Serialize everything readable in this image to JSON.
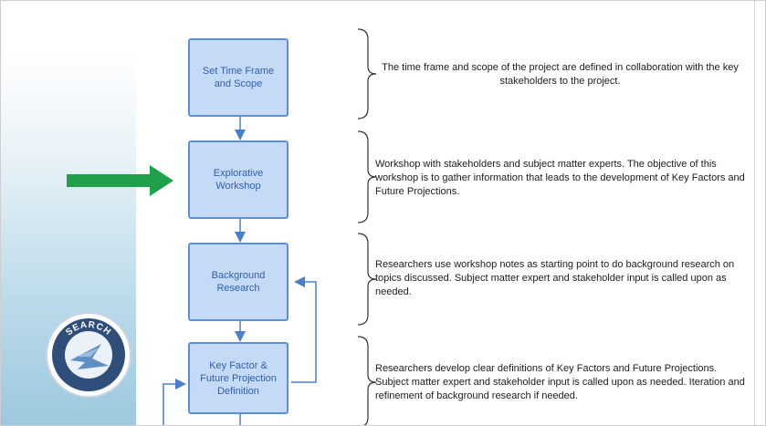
{
  "steps": [
    {
      "label": "Set Time Frame and Scope",
      "description": "The time frame and scope of the project are defined in collaboration with the key stakeholders to the project."
    },
    {
      "label": "Explorative Workshop",
      "description": "Workshop with stakeholders and subject matter experts. The objective of this workshop is to gather information that leads to the development of Key Factors and Future Projections."
    },
    {
      "label": "Background Research",
      "description": "Researchers use workshop notes as starting point to do background research on topics discussed. Subject matter expert and stakeholder input is called upon as needed."
    },
    {
      "label": "Key Factor & Future Projection Definition",
      "description": "Researchers develop clear definitions of Key Factors and Future Projections. Subject matter expert and stakeholder input is called upon as needed. Iteration and refinement of background research if needed."
    }
  ],
  "highlight_arrow": {
    "target_step": "Explorative Workshop",
    "color": "#1fa14a"
  },
  "logo": {
    "text": "SEARCH",
    "icon": "search-logo-icon"
  },
  "colors": {
    "box_fill": "#c5daf6",
    "box_border": "#5b8fd6",
    "box_text": "#2e5fae",
    "connector": "#4a7fcb"
  }
}
